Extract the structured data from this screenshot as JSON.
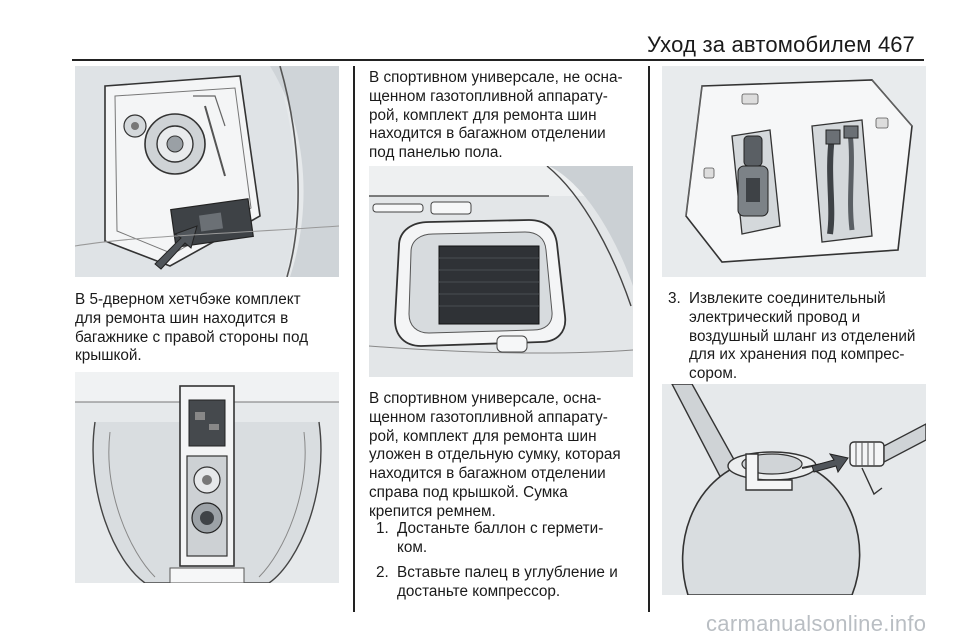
{
  "header": {
    "title": "Уход за автомобилем",
    "page_number": "467"
  },
  "column1": {
    "figure1_icon": "trunk-side-panel-with-tire-kit-illustration",
    "paragraph1": [
      "В 5-дверном хетчбэке комплект",
      "для ремонта шин находится в",
      "багажнике с правой стороны под",
      "крышкой."
    ],
    "figure2_icon": "floor-compartment-tire-kit-illustration"
  },
  "column2": {
    "paragraph1": [
      "В спортивном универсале, не осна-",
      "щенном газотопливной аппарату-",
      "рой, комплект для ремонта шин",
      "находится в багажном отделении",
      "под панелью пола."
    ],
    "figure_icon": "station-wagon-trunk-side-bag-illustration",
    "paragraph2": [
      "В спортивном универсале, осна-",
      "щенном газотопливной аппарату-",
      "рой, комплект для ремонта шин",
      "уложен в отдельную сумку, которая",
      "находится в багажном отделении",
      "справа под крышкой. Сумка",
      "крепится ремнем."
    ],
    "steps": [
      {
        "num": "1.",
        "lines": [
          "Достаньте баллон с гермети-",
          "ком."
        ]
      },
      {
        "num": "2.",
        "lines": [
          "Вставьте палец в углубление и",
          "достаньте компрессор."
        ]
      }
    ]
  },
  "column3": {
    "figure1_icon": "compressor-storage-tray-illustration",
    "step": {
      "num": "3.",
      "lines": [
        "Извлеките соединительный",
        "электрический провод и",
        "воздушный шланг из отделений",
        "для их хранения под компрес-",
        "сором."
      ]
    },
    "figure2_icon": "sealant-bottle-hose-connection-illustration"
  },
  "watermark": "carmanualsonline.info"
}
